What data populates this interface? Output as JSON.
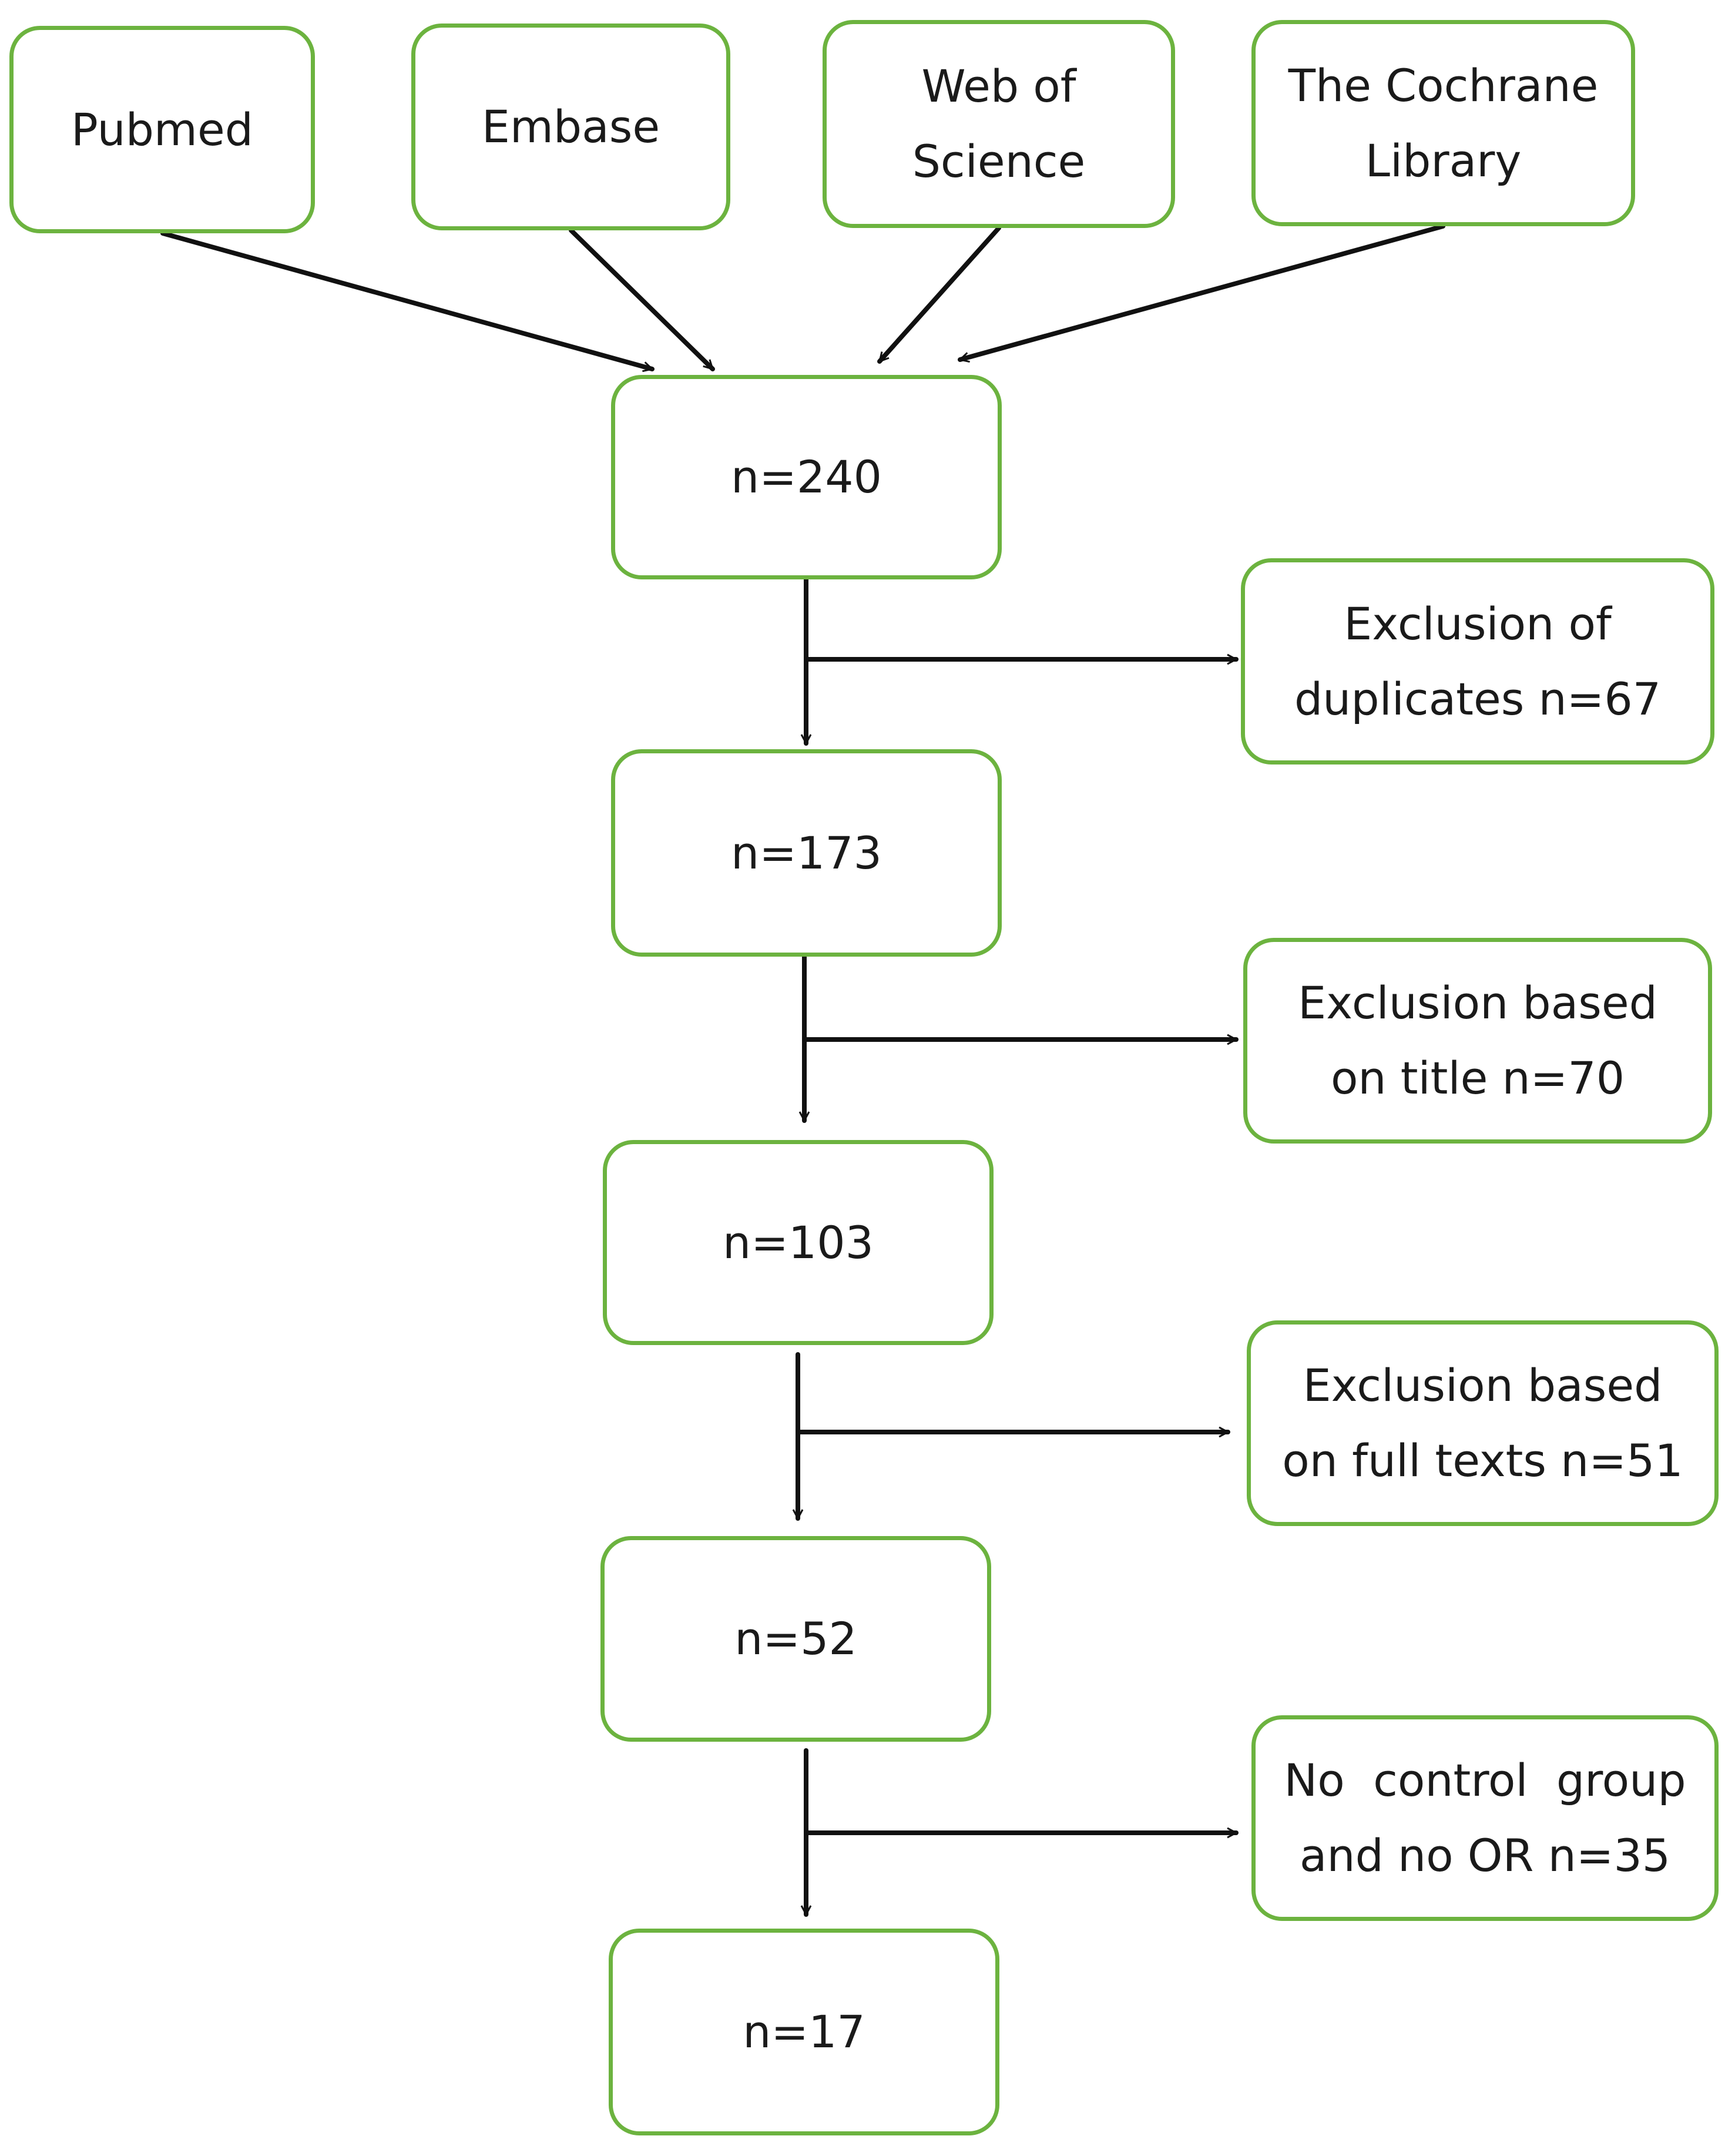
{
  "sources": [
    {
      "lines": [
        "Pubmed"
      ]
    },
    {
      "lines": [
        "Embase"
      ]
    },
    {
      "lines": [
        "Web of",
        "Science"
      ]
    },
    {
      "lines": [
        "The Cochrane",
        "Library"
      ]
    }
  ],
  "stages": [
    {
      "label": "n=240"
    },
    {
      "label": "n=173"
    },
    {
      "label": "n=103"
    },
    {
      "label": "n=52"
    },
    {
      "label": "n=17"
    }
  ],
  "exclusions": [
    {
      "lines": [
        "Exclusion of",
        "duplicates n=67"
      ]
    },
    {
      "lines": [
        "Exclusion based",
        "on title n=70"
      ]
    },
    {
      "lines": [
        "Exclusion based",
        "on full texts n=51"
      ]
    },
    {
      "lines": [
        "No  control  group",
        "and no OR n=35"
      ]
    }
  ],
  "colors": {
    "box_border": "#6cb33f",
    "arrow": "#111111"
  }
}
